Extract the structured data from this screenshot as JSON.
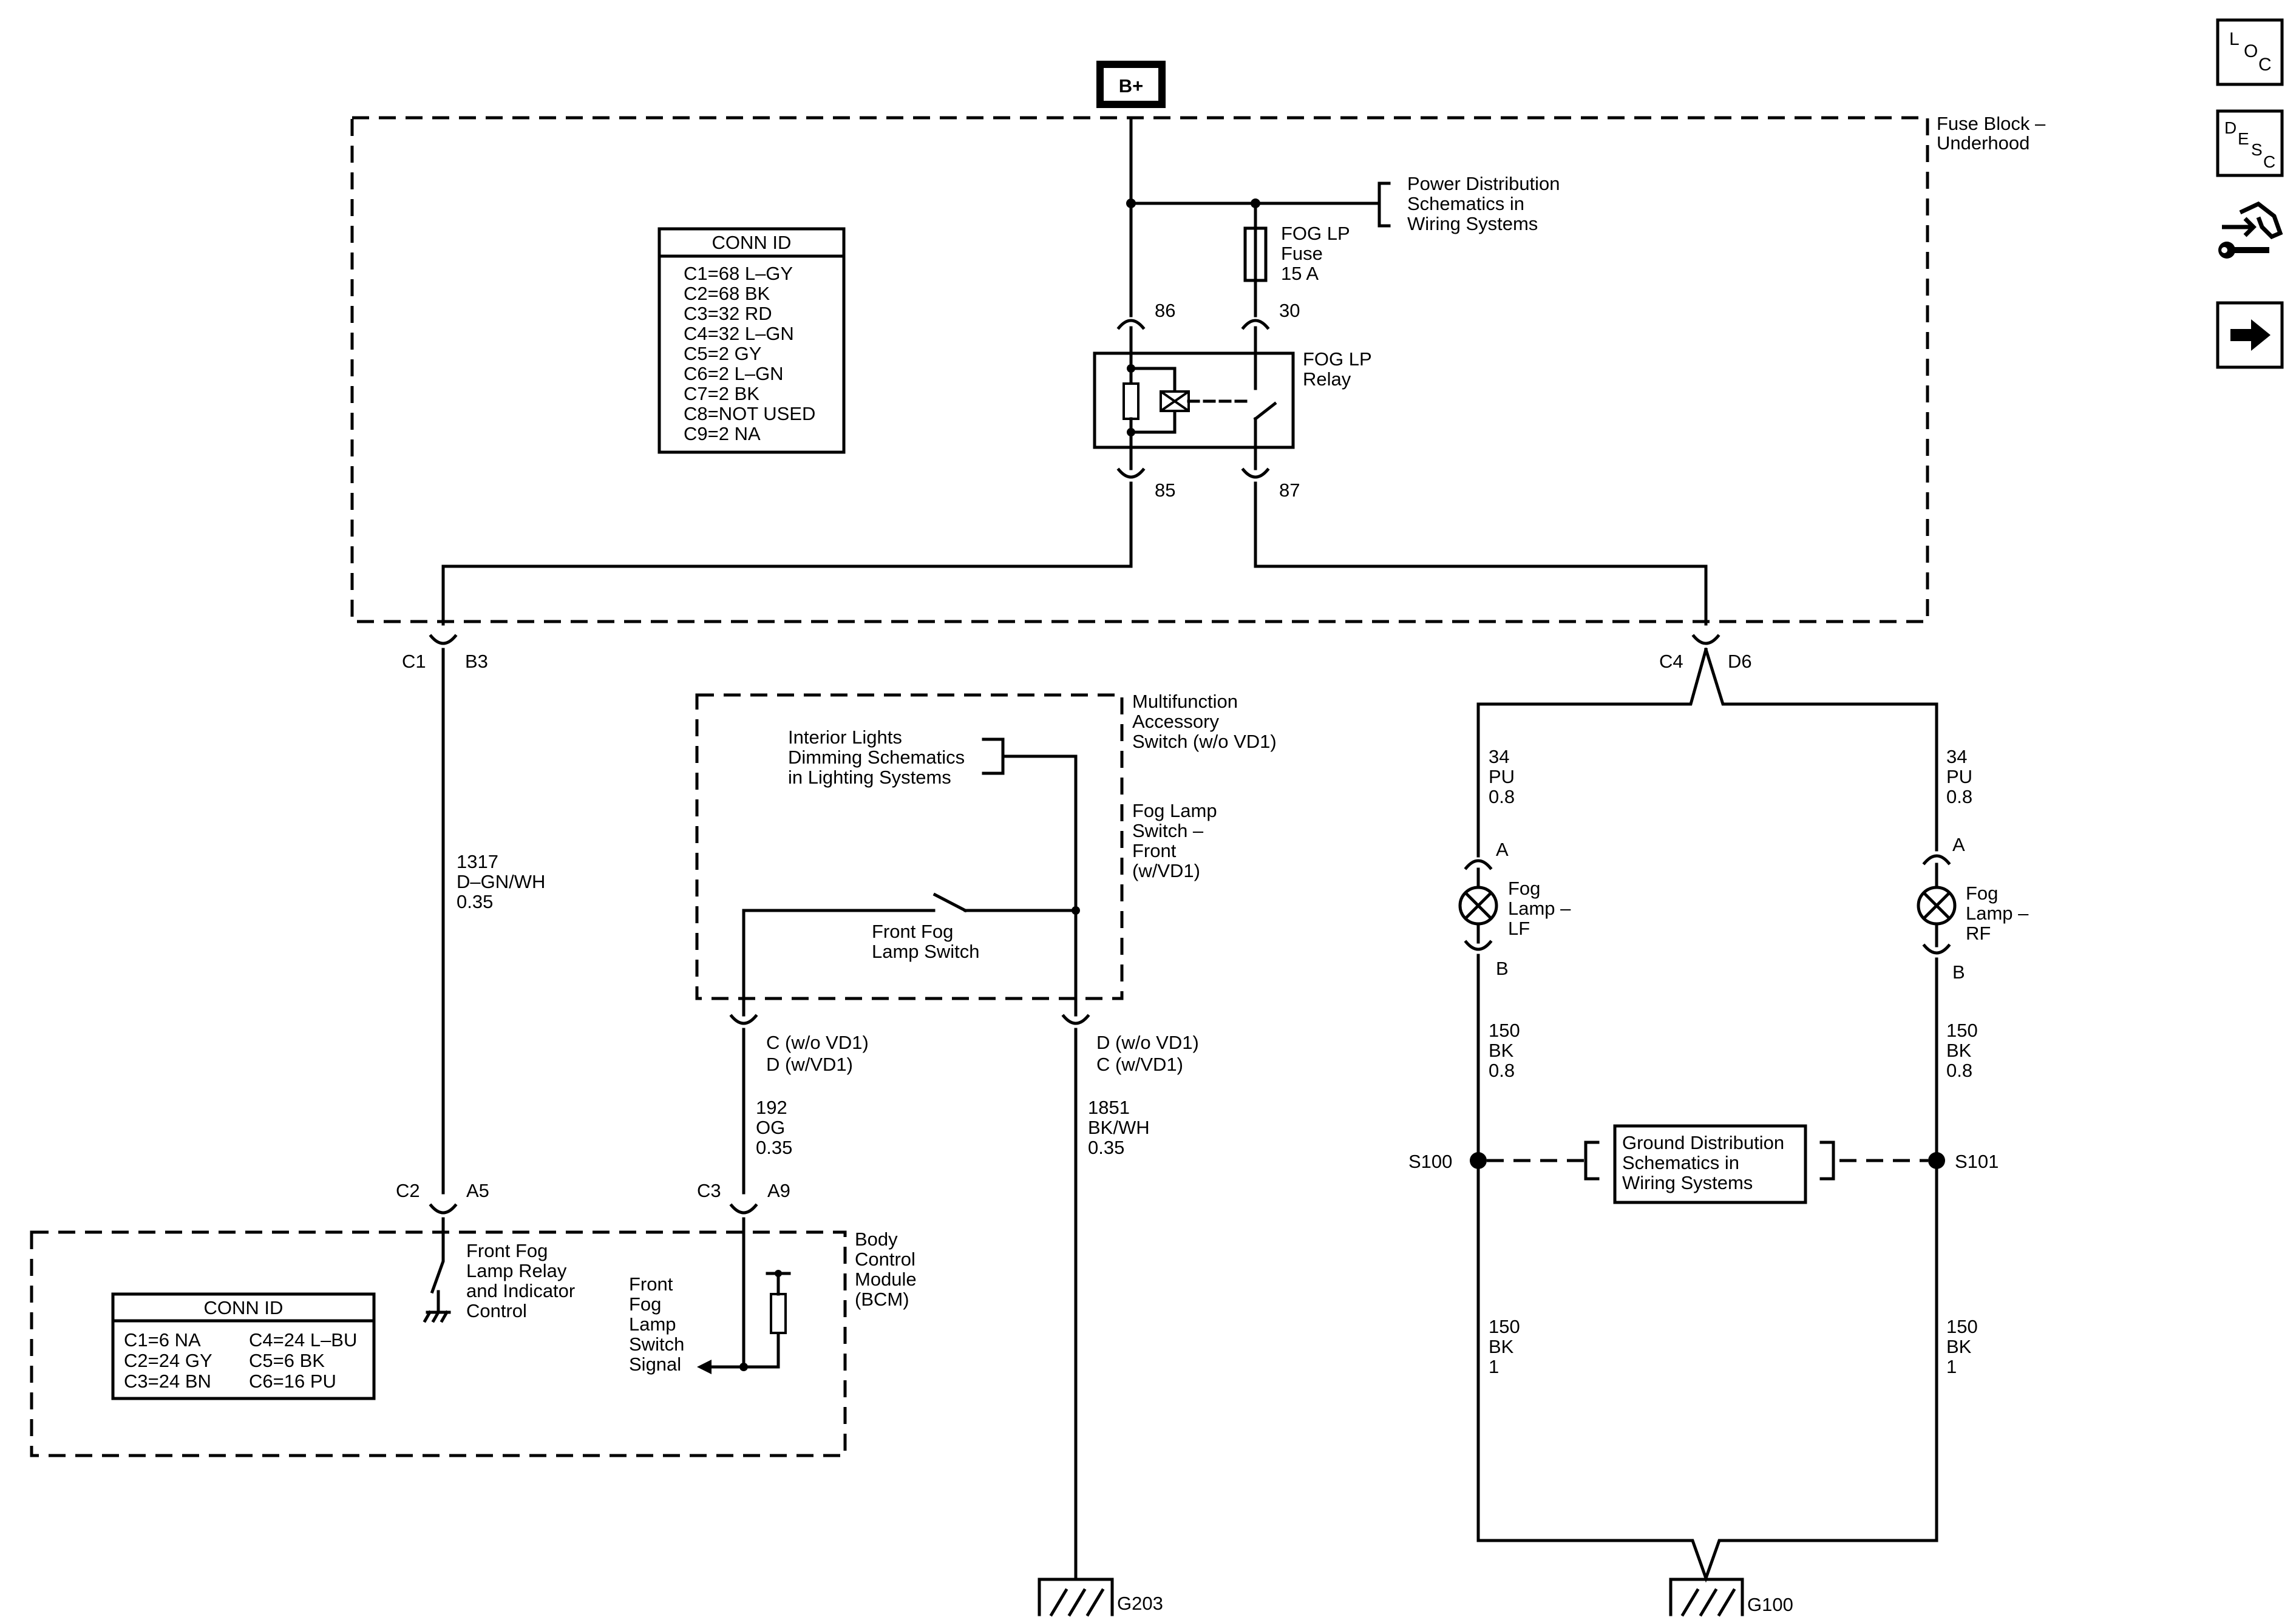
{
  "supply": {
    "label": "B+"
  },
  "fuse_block": {
    "name_line1": "Fuse Block –",
    "name_line2": "Underhood",
    "conn_id": {
      "title": "CONN ID",
      "rows": [
        "C1=68 L–GY",
        "C2=68 BK",
        "C3=32 RD",
        "C4=32 L–GN",
        "C5=2 GY",
        "C6=2 L–GN",
        "C7=2 BK",
        "C8=NOT USED",
        "C9=2 NA"
      ]
    },
    "power_ref": [
      "Power Distribution",
      "Schematics in",
      "Wiring Systems"
    ],
    "fuse": {
      "line1": "FOG LP",
      "line2": "Fuse",
      "line3": "15 A"
    },
    "relay": {
      "line1": "FOG LP",
      "line2": "Relay",
      "pin_86": "86",
      "pin_30": "30",
      "pin_85": "85",
      "pin_87": "87"
    },
    "out_left": {
      "conn": "C1",
      "pin": "B3"
    },
    "out_right": {
      "conn": "C4",
      "pin": "D6"
    }
  },
  "wire_1317": {
    "circuit": "1317",
    "color": "D–GN/WH",
    "gauge": "0.35"
  },
  "mfa_switch": {
    "name": [
      "Multifunction",
      "Accessory",
      "Switch (w/o VD1)"
    ],
    "alt_name": [
      "Fog Lamp",
      "Switch –",
      "Front",
      "(w/VD1)"
    ],
    "dimming_ref": [
      "Interior Lights",
      "Dimming Schematics",
      "in Lighting Systems"
    ],
    "switch_label": [
      "Front Fog",
      "Lamp Switch"
    ],
    "pin_left": [
      "C (w/o VD1)",
      "D (w/VD1)"
    ],
    "pin_right": [
      "D (w/o VD1)",
      "C (w/VD1)"
    ]
  },
  "wire_192": {
    "circuit": "192",
    "color": "OG",
    "gauge": "0.35"
  },
  "wire_1851": {
    "circuit": "1851",
    "color": "BK/WH",
    "gauge": "0.35"
  },
  "ground_g203": {
    "label": "G203"
  },
  "bcm": {
    "name": [
      "Body",
      "Control",
      "Module",
      "(BCM)"
    ],
    "pin_a5": {
      "conn": "C2",
      "pin": "A5"
    },
    "pin_a9": {
      "conn": "C3",
      "pin": "A9"
    },
    "relay_control": [
      "Front Fog",
      "Lamp Relay",
      "and Indicator",
      "Control"
    ],
    "switch_signal": [
      "Front",
      "Fog",
      "Lamp",
      "Switch",
      "Signal"
    ],
    "conn_id": {
      "title": "CONN ID",
      "rows_left": [
        "C1=6 NA",
        "C2=24 GY",
        "C3=24 BN"
      ],
      "rows_right": [
        "C4=24 L–BU",
        "C5=6 BK",
        "C6=16 PU"
      ]
    }
  },
  "lamp_lf": {
    "wire_in": {
      "circuit": "34",
      "color": "PU",
      "gauge": "0.8"
    },
    "pin_a": "A",
    "pin_b": "B",
    "name": [
      "Fog",
      "Lamp –",
      "LF"
    ],
    "wire_out": {
      "circuit": "150",
      "color": "BK",
      "gauge": "0.8"
    },
    "wire_gnd": {
      "circuit": "150",
      "color": "BK",
      "gauge": "1"
    },
    "splice": "S100"
  },
  "lamp_rf": {
    "wire_in": {
      "circuit": "34",
      "color": "PU",
      "gauge": "0.8"
    },
    "pin_a": "A",
    "pin_b": "B",
    "name": [
      "Fog",
      "Lamp –",
      "RF"
    ],
    "wire_out": {
      "circuit": "150",
      "color": "BK",
      "gauge": "0.8"
    },
    "wire_gnd": {
      "circuit": "150",
      "color": "BK",
      "gauge": "1"
    },
    "splice": "S101"
  },
  "ground_ref": [
    "Ground Distribution",
    "Schematics in",
    "Wiring Systems"
  ],
  "ground_g100": {
    "label": "G100"
  },
  "nav": {
    "loc": {
      "l": "L",
      "o": "O",
      "c": "C"
    },
    "desc": {
      "d": "D",
      "e": "E",
      "s": "S",
      "c": "C"
    },
    "connector_icon": "connector-wrench-icon",
    "next_icon": "arrow-right-icon"
  }
}
